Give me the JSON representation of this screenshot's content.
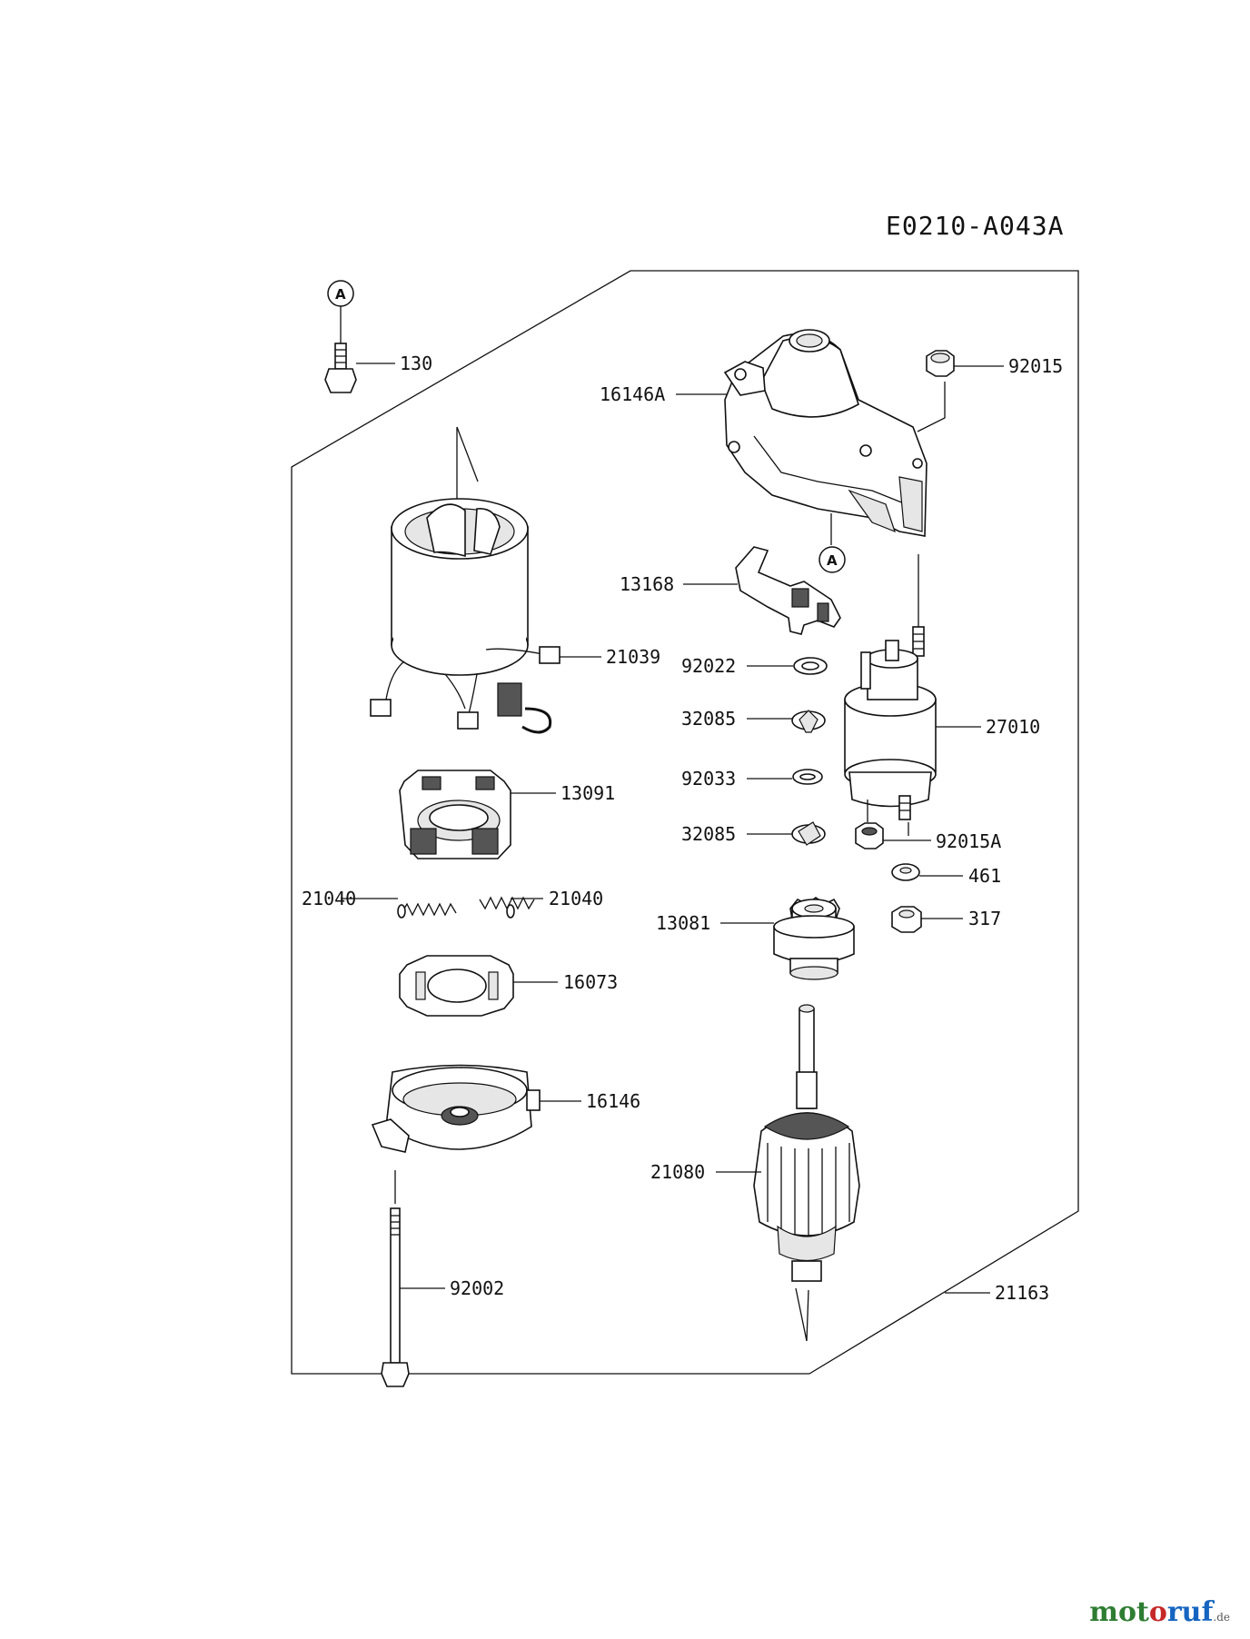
{
  "diagram_code": "E0210-A043A",
  "ref_marker": "A",
  "labels": {
    "p130": "130",
    "p16146A": "16146A",
    "p92015": "92015",
    "p13168": "13168",
    "p21039": "21039",
    "p92022": "92022",
    "p32085a": "32085",
    "p27010": "27010",
    "p13091": "13091",
    "p92033": "92033",
    "p32085b": "32085",
    "p92015A": "92015A",
    "p21040a": "21040",
    "p21040b": "21040",
    "p461": "461",
    "p13081": "13081",
    "p317": "317",
    "p16073": "16073",
    "p16146": "16146",
    "p21080": "21080",
    "p92002": "92002",
    "p21163": "21163"
  },
  "watermark": {
    "text": "motoruf",
    "suffix": ".de",
    "colors": [
      "#2e7d32",
      "#c62828",
      "#1565c0"
    ]
  }
}
